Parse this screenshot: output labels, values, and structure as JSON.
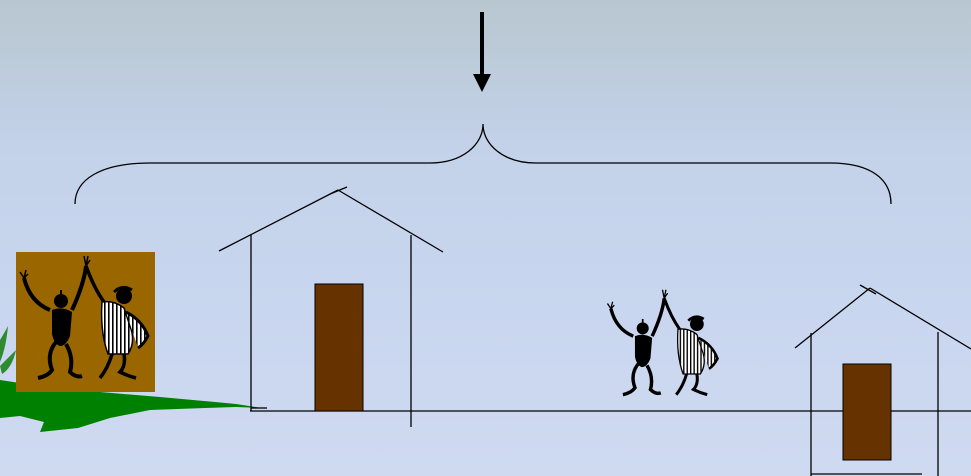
{
  "colors": {
    "line": "#000000",
    "door": "#663300",
    "photo_background": "#996600",
    "grass": "#008000"
  },
  "icons": {
    "arrow": "down-arrow-icon",
    "brace": "curly-brace",
    "house": "house-outline",
    "people": "dancing-people-clipart",
    "grass": "grass-leaf"
  }
}
